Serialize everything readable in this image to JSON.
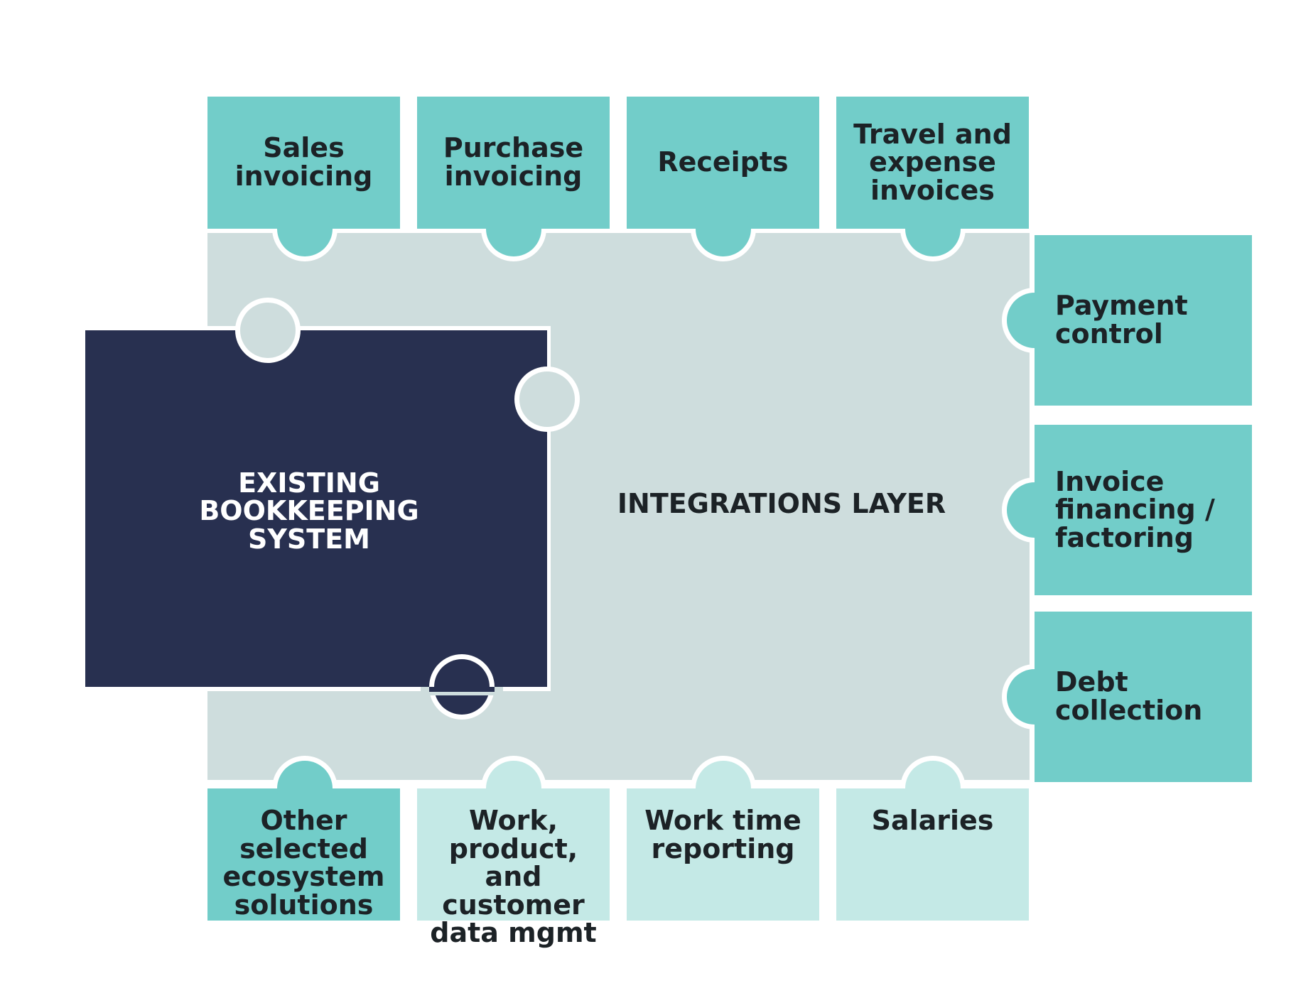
{
  "colors": {
    "teal": "#72cdc9",
    "light_teal": "#c4e9e6",
    "layer": "#cedddd",
    "navy": "#283050",
    "gap": "#ffffff",
    "dark_text": "#1c2226",
    "light_text": "#ffffff"
  },
  "integrations_layer": {
    "label": "INTEGRATIONS LAYER"
  },
  "bookkeeping": {
    "label": "EXISTING\nBOOKKEEPING\nSYSTEM"
  },
  "top_pieces": [
    {
      "label": "Sales\ninvoicing"
    },
    {
      "label": "Purchase\ninvoicing"
    },
    {
      "label": "Receipts"
    },
    {
      "label": "Travel and\nexpense\ninvoices"
    }
  ],
  "right_pieces": [
    {
      "label": "Payment\ncontrol"
    },
    {
      "label": "Invoice\nfinancing /\nfactoring"
    },
    {
      "label": "Debt\ncollection"
    }
  ],
  "bottom_pieces": [
    {
      "label": "Other selected\necosystem\nsolutions"
    },
    {
      "label": "Work, product,\nand customer\ndata mgmt"
    },
    {
      "label": "Work time\nreporting"
    },
    {
      "label": "Salaries"
    }
  ]
}
